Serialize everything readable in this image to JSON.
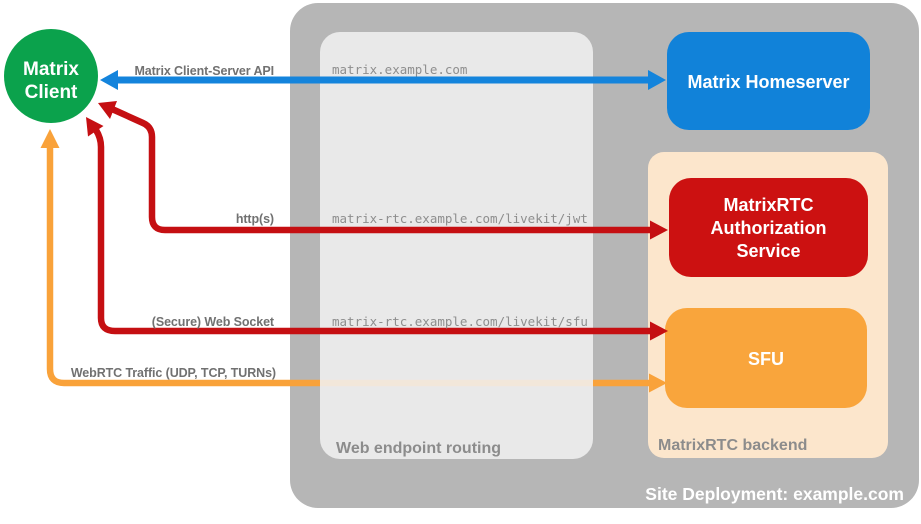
{
  "client": {
    "line1": "Matrix",
    "line2": "Client"
  },
  "nodes": {
    "homeserver": {
      "label": "Matrix Homeserver"
    },
    "auth": {
      "line1": "MatrixRTC",
      "line2": "Authorization",
      "line3": "Service"
    },
    "sfu": {
      "label": "SFU"
    }
  },
  "containers": {
    "deployment_label": "Site Deployment: example.com",
    "routing_label": "Web endpoint routing",
    "backend_label": "MatrixRTC backend"
  },
  "edges": {
    "api": {
      "label": "Matrix Client-Server API",
      "route": "matrix.example.com"
    },
    "jwt": {
      "label": "http(s)",
      "route": "matrix-rtc.example.com/livekit/jwt"
    },
    "ws": {
      "label": "(Secure) Web Socket",
      "route": "matrix-rtc.example.com/livekit/sfu"
    },
    "webrtc": {
      "label": "WebRTC Traffic (UDP, TCP, TURNs)"
    }
  },
  "colors": {
    "client_green": "#0ba24c",
    "homeserver_blue": "#1182d9",
    "auth_red": "#cc1111",
    "sfu_orange": "#f9a53c",
    "backend_peach": "#fce6cc",
    "routing_panel_gray": "#e7e7e7",
    "deployment_gray": "#b6b6b6",
    "api_arrow_blue": "#1484dc",
    "rtc_arrow_red": "#c50f12",
    "webrtc_arrow_orange": "#f9a23a",
    "label_gray": "#717171",
    "route_gray": "#8e8e8e"
  }
}
